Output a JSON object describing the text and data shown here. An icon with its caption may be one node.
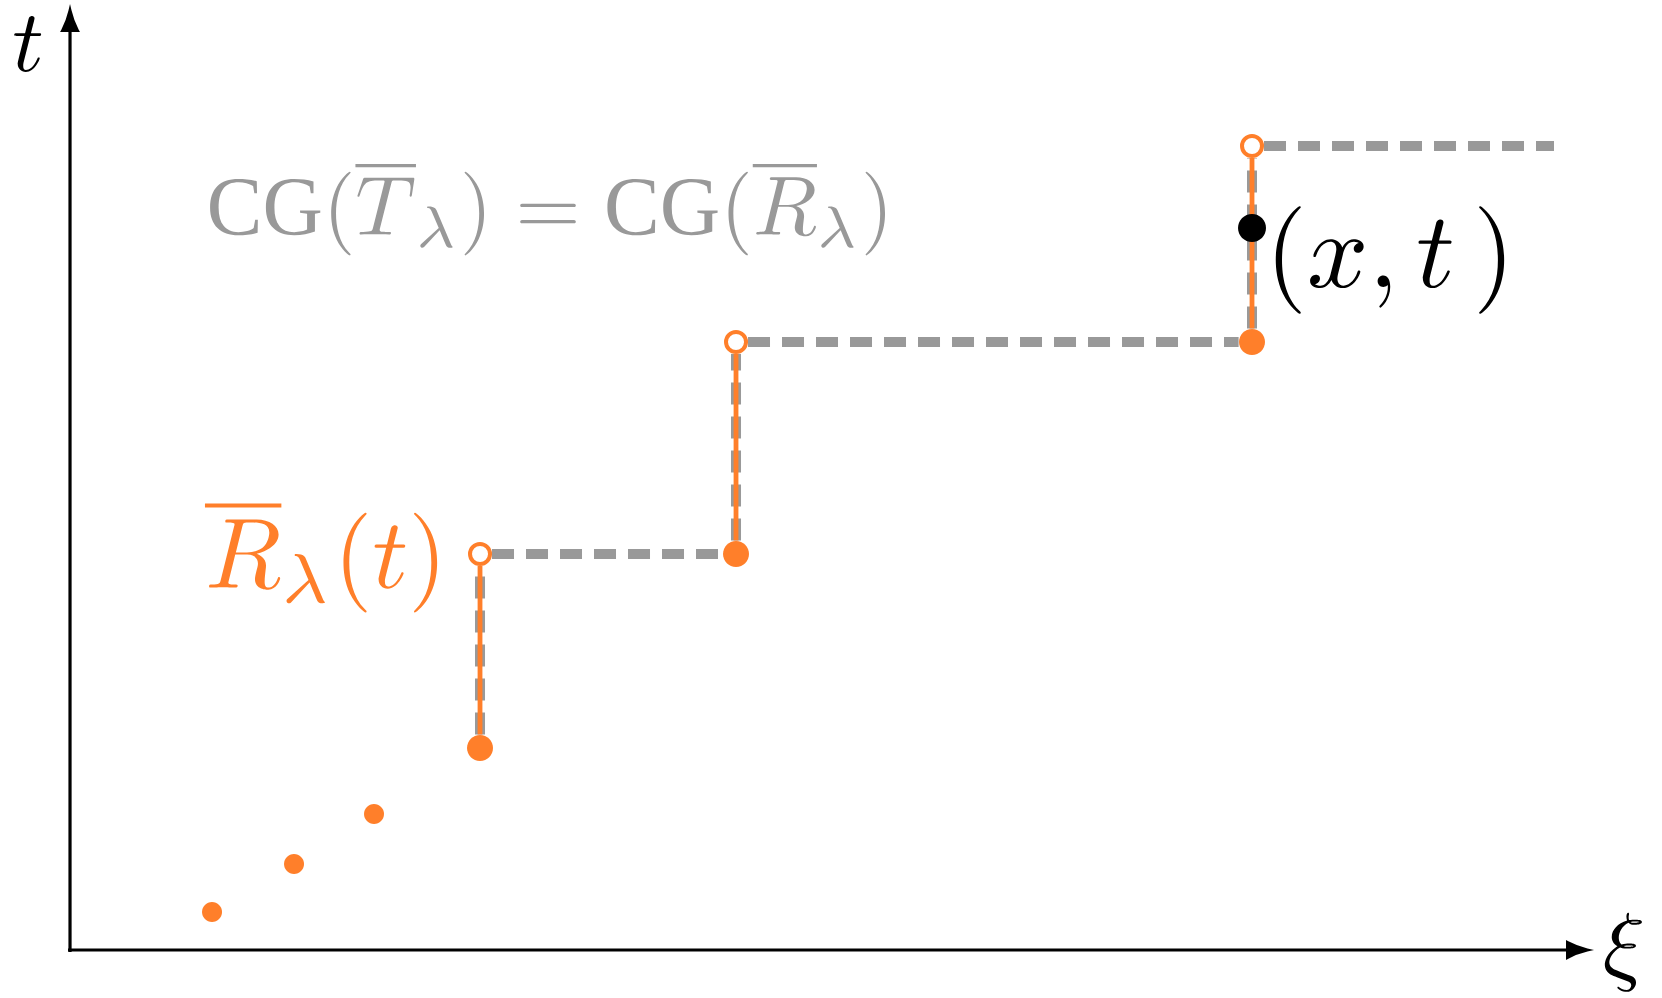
{
  "diagram": {
    "nodes": [
      {
        "text": [],
        "shape": "circle"
      },
      {
        "text": [],
        "shape": "circle"
      },
      {
        "text": [],
        "shape": "circle"
      },
      {
        "text": [],
        "shape": "circle"
      },
      {
        "text": [],
        "shape": "circle"
      },
      {
        "text": [],
        "shape": "circle"
      }
    ],
    "edges": [
      {
        "from": 0,
        "to": 1,
        "arrow": "none",
        "color": "#ff7f2a"
      },
      {
        "from": 1,
        "to": 2,
        "arrow": "none",
        "style": "dashed",
        "color": "#999999"
      },
      {
        "from": 2,
        "to": 3,
        "arrow": "none",
        "color": "#ff7f2a"
      },
      {
        "from": 3,
        "to": 4,
        "arrow": "none",
        "style": "dashed",
        "color": "#999999"
      },
      {
        "from": 4,
        "to": 5,
        "arrow": "none",
        "color": "#ff7f2a"
      },
      {
        "from": 5,
        "to": null,
        "arrow": "none",
        "style": "dashed",
        "color": "#999999"
      }
    ],
    "labels": [
      "t",
      "\\xi",
      "\\mathrm{CG}(\\overline{T}_\\lambda) = \\mathrm{CG}(\\overline{R}_\\lambda)",
      "\\overline{R}_\\lambda(t)",
      "(x,t\\,)"
    ]
  }
}
